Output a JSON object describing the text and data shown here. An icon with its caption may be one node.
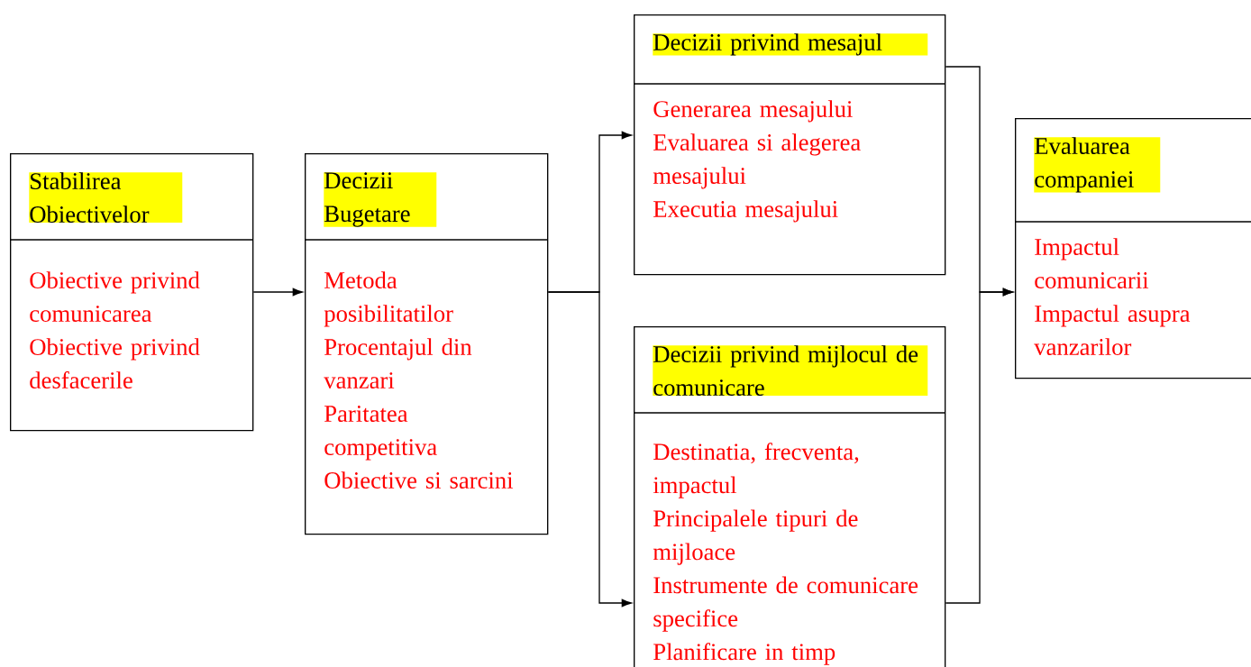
{
  "diagram": {
    "nodes": [
      {
        "text": [
          "Stabilirea Obiectivelor",
          "Obiective privind comunicarea",
          "Obiective privind desfacerile"
        ]
      },
      {
        "text": [
          "Decizii Bugetare",
          "Metoda posibilitatilor",
          "Procentajul din vanzari",
          "Paritatea competitiva",
          "Obiective si sarcini"
        ]
      },
      {
        "text": [
          "Decizii privind mesajul",
          "Generarea mesajului",
          "Evaluarea si alegerea mesajului",
          "Executia mesajului"
        ]
      },
      {
        "text": [
          "Decizii privind mijlocul de comunicare",
          "Destinatia, frecventa, impactul",
          "Principalele tipuri de mijloace",
          "Instrumente de comunicare specifice",
          "Planificare in timp"
        ]
      },
      {
        "text": [
          "Evaluarea companiei",
          "Impactul comunicarii",
          "Impactul asupra vanzarilor"
        ]
      }
    ],
    "edges": [
      {
        "from": 0,
        "to": 1,
        "arrow": "to"
      },
      {
        "from": 1,
        "to": 2,
        "arrow": "to"
      },
      {
        "from": 1,
        "to": 3,
        "arrow": "to"
      },
      {
        "from": 2,
        "to": 4,
        "arrow": "to"
      },
      {
        "from": 3,
        "to": 4,
        "arrow": "to"
      }
    ]
  }
}
